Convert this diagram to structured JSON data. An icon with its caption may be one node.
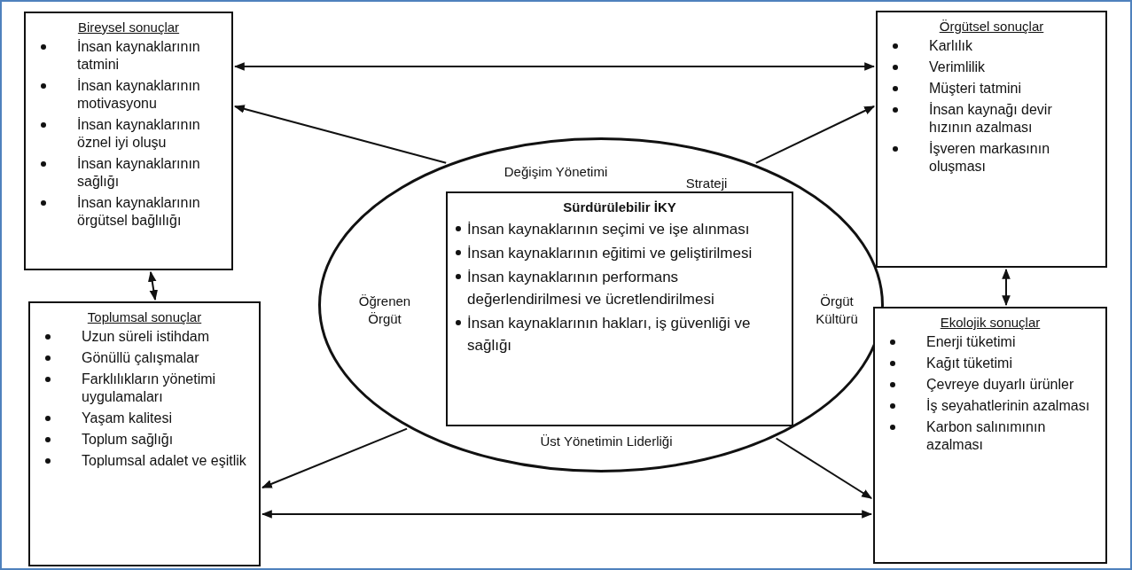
{
  "diagram": {
    "nodes": [
      {
        "text": [
          "Bireysel sonuçlar",
          "İnsan kaynaklarının tatmini",
          "İnsan kaynaklarının motivasyonu",
          "İnsan kaynaklarının öznel iyi oluşu",
          "İnsan kaynaklarının sağlığı",
          "İnsan kaynaklarının örgütsel bağlılığı"
        ]
      },
      {
        "text": [
          "Örgütsel sonuçlar",
          "Karlılık",
          "Verimlilik",
          "Müşteri tatmini",
          "İnsan kaynağı devir hızının azalması",
          "İşveren markasının oluşması"
        ]
      },
      {
        "text": [
          "Değişim Yönetimi",
          "Strateji",
          "Öğrenen Örgüt",
          "Örgüt Kültürü",
          "Üst Yönetimin Liderliği"
        ]
      },
      {
        "text": [
          "Sürdürülebilir İKY",
          "İnsan kaynaklarının seçimi ve işe alınması",
          "İnsan kaynaklarının eğitimi ve geliştirilmesi",
          "İnsan kaynaklarının performans değerlendirilmesi ve ücretlendirilmesi",
          "İnsan kaynaklarının hakları, iş güvenliği ve sağlığı"
        ],
        "in": 2
      },
      {
        "text": [
          "Toplumsal sonuçlar",
          "Uzun süreli istihdam",
          "Gönüllü çalışmalar",
          "Farklılıkların yönetimi uygulamaları",
          "Yaşam kalitesi",
          "Toplum sağlığı",
          "Toplumsal adalet ve eşitlik"
        ]
      },
      {
        "text": [
          "Ekolojik sonuçlar",
          "Enerji tüketimi",
          "Kağıt tüketimi",
          "Çevreye duyarlı ürünler",
          "İş seyahatlerinin azalması",
          "Karbon salınımının azalması"
        ]
      }
    ],
    "edges": [
      {
        "from": 0,
        "to": 1,
        "arrow": "both"
      },
      {
        "from": 2,
        "to": 0,
        "arrow": "to"
      },
      {
        "from": 2,
        "to": 1,
        "arrow": "to"
      },
      {
        "from": 0,
        "to": 4,
        "arrow": "both"
      },
      {
        "from": 1,
        "to": 5,
        "arrow": "both"
      },
      {
        "from": 2,
        "to": 4,
        "arrow": "to"
      },
      {
        "from": 2,
        "to": 5,
        "arrow": "to"
      },
      {
        "from": 4,
        "to": 5,
        "arrow": "both"
      }
    ]
  }
}
